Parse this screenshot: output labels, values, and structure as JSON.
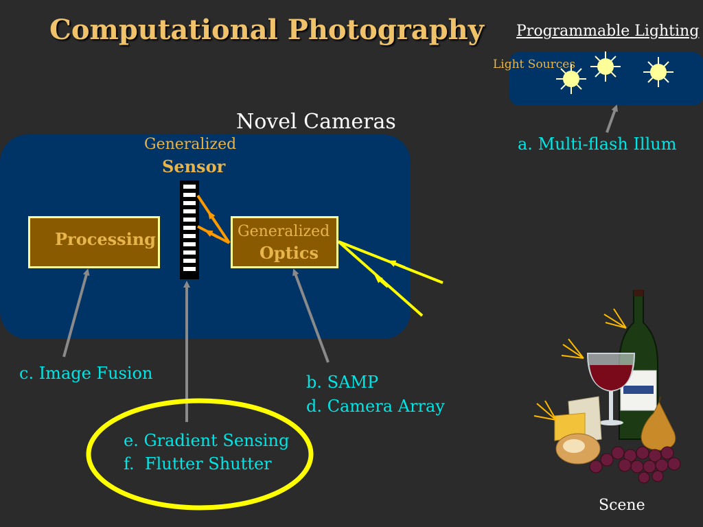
{
  "title": "Computational Photography",
  "lighting": {
    "heading": "Programmable Lighting",
    "sources_label": "Light Sources",
    "multiflash": "a. Multi-flash Illum"
  },
  "camera": {
    "heading": "Novel Cameras",
    "sensor_top": "Generalized",
    "sensor_bottom": "Sensor",
    "processing": "Processing",
    "optics_top": "Generalized",
    "optics_bottom": "Optics"
  },
  "methods": {
    "image_fusion": "c. Image Fusion",
    "samp": "b. SAMP",
    "camera_array": "d. Camera Array",
    "gradient_sensing": "e. Gradient Sensing",
    "flutter_shutter": "f.  Flutter Shutter"
  },
  "scene_label": "Scene",
  "colors": {
    "background": "#2b2b2b",
    "panel": "#003366",
    "box_fill": "#8a5a00",
    "box_border": "#ffff99",
    "accent_text": "#e8b44c",
    "method_text": "#00e5e5",
    "ray": "#ffff00",
    "sensor_ray": "#ff9900",
    "arrow": "#8a8a8a"
  }
}
